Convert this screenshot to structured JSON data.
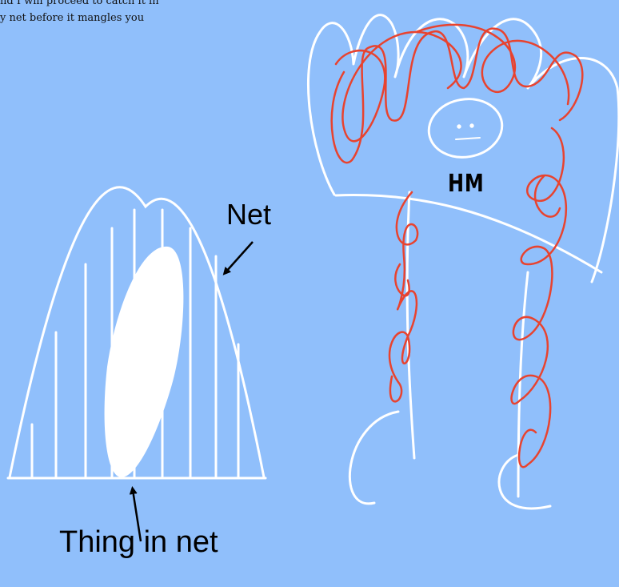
{
  "caption": {
    "line1": "nd I will proceed to catch it in",
    "line2": "y net before it mangles you"
  },
  "labels": {
    "net": "Net",
    "thing_in_net": "Thing in net",
    "monster": "HM"
  },
  "colors": {
    "background": "#90bffb",
    "chalk": "#ffffff",
    "scribble": "#e8432f",
    "text": "#000000"
  },
  "icons": {
    "net": "net-drawing",
    "thing": "white-blob",
    "monster": "hairy-monster-drawing",
    "arrows": "arrow-icon"
  }
}
